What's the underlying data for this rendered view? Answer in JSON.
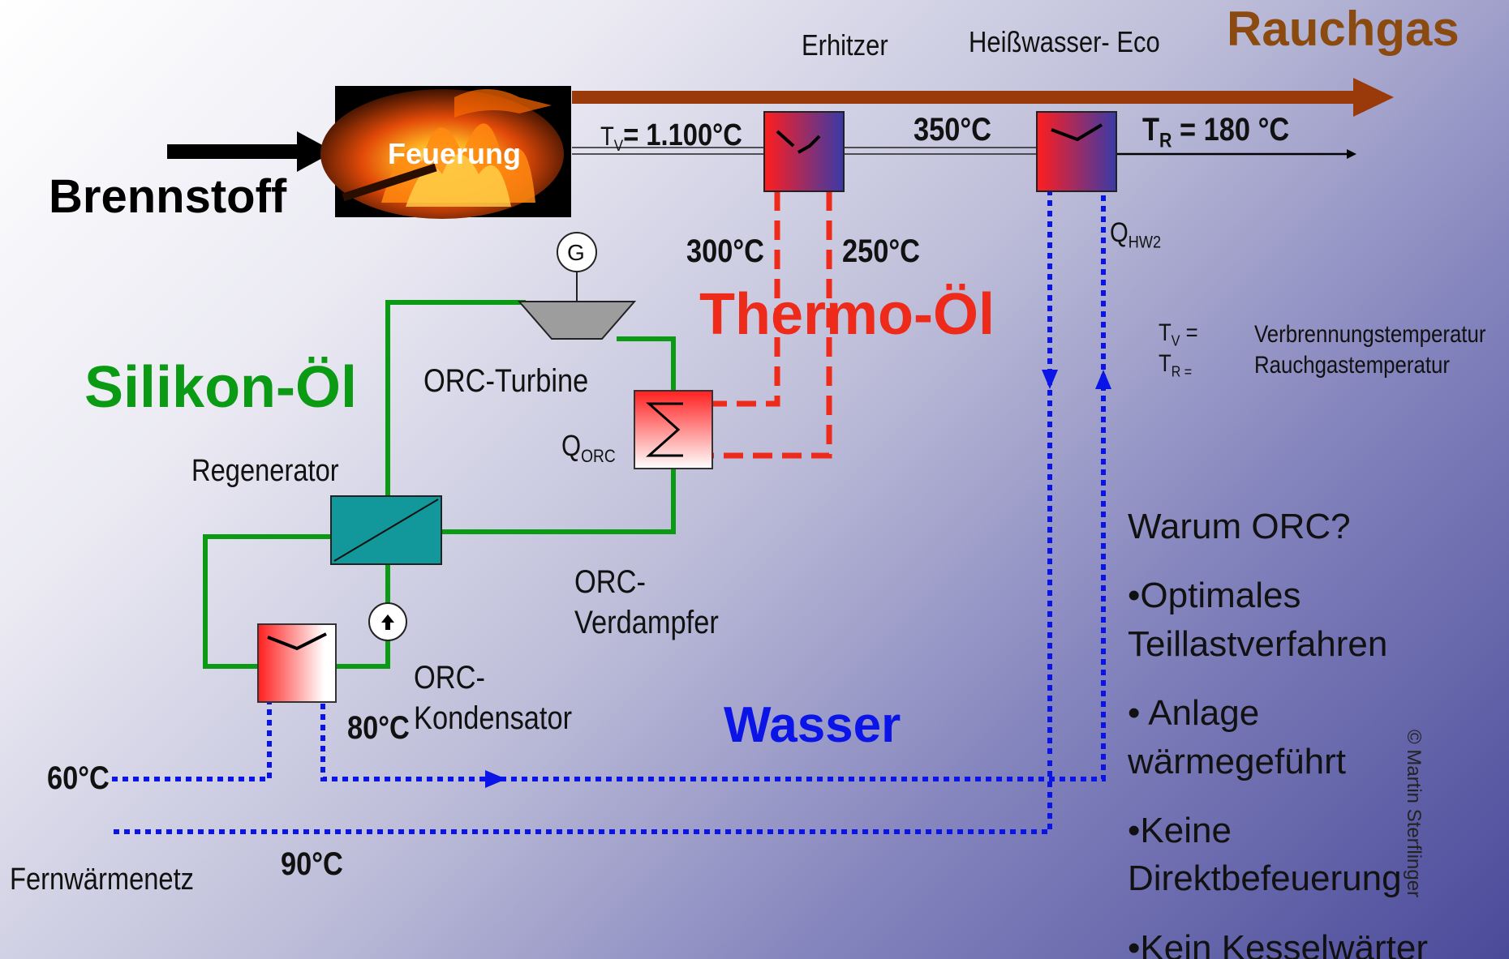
{
  "labels": {
    "rauchgas": "Rauchgas",
    "erhitzer": "Erhitzer",
    "heisswasser_eco": "Heißwasser- Eco",
    "brennstoff": "Brennstoff",
    "feuerung": "Feuerung",
    "tv_prefix": "T",
    "tv_sub": "V",
    "tv_value": "= 1.100°C",
    "t350": "350°C",
    "tr_prefix": "T",
    "tr_sub": "R",
    "tr_value": " = 180 °C",
    "t300": "300°C",
    "t250": "250°C",
    "qhw2_prefix": "Q",
    "qhw2_sub": "HW2",
    "generator": "G",
    "thermo_oel": "Thermo-Öl",
    "silikon_oel": "Silikon-Öl",
    "orc_turbine": "ORC-Turbine",
    "regenerator": "Regenerator",
    "qorc_prefix": "Q",
    "qorc_sub": "ORC",
    "orc_verdampfer_1": "ORC-",
    "orc_verdampfer_2": "Verdampfer",
    "orc_kondensator_1": "ORC-",
    "orc_kondensator_2": "Kondensator",
    "t80": "80°C",
    "t60": "60°C",
    "t90": "90°C",
    "fernwaermenetz": "Fernwärmenetz",
    "wasser": "Wasser",
    "copyright": "© Martin Sterflinger"
  },
  "legend": {
    "tv_sym_prefix": "T",
    "tv_sym_sub": "V",
    "tv_sym_eq": " =",
    "tv_desc": "Verbrennungstemperatur",
    "tr_sym_prefix": "T",
    "tr_sym_sub": "R =",
    "tr_desc": "Rauchgastemperatur"
  },
  "bullets": {
    "title": "Warum ORC?",
    "b1_l1": "•Optimales",
    "b1_l2": "Teillastverfahren",
    "b2_l1": "• Anlage",
    "b2_l2": "wärmegeführt",
    "b3_l1": "•Keine",
    "b3_l2": "Direktbefeuerung",
    "b4_l1": "•Kein Kesselwärter"
  },
  "colors": {
    "rauchgas": "#9a3a0a",
    "thermo_oel": "#ee2a1a",
    "silikon_oel": "#0a9a14",
    "wasser": "#0a14e6",
    "regenerator": "#12989a",
    "rauchgas_text": "#8a4a10"
  }
}
